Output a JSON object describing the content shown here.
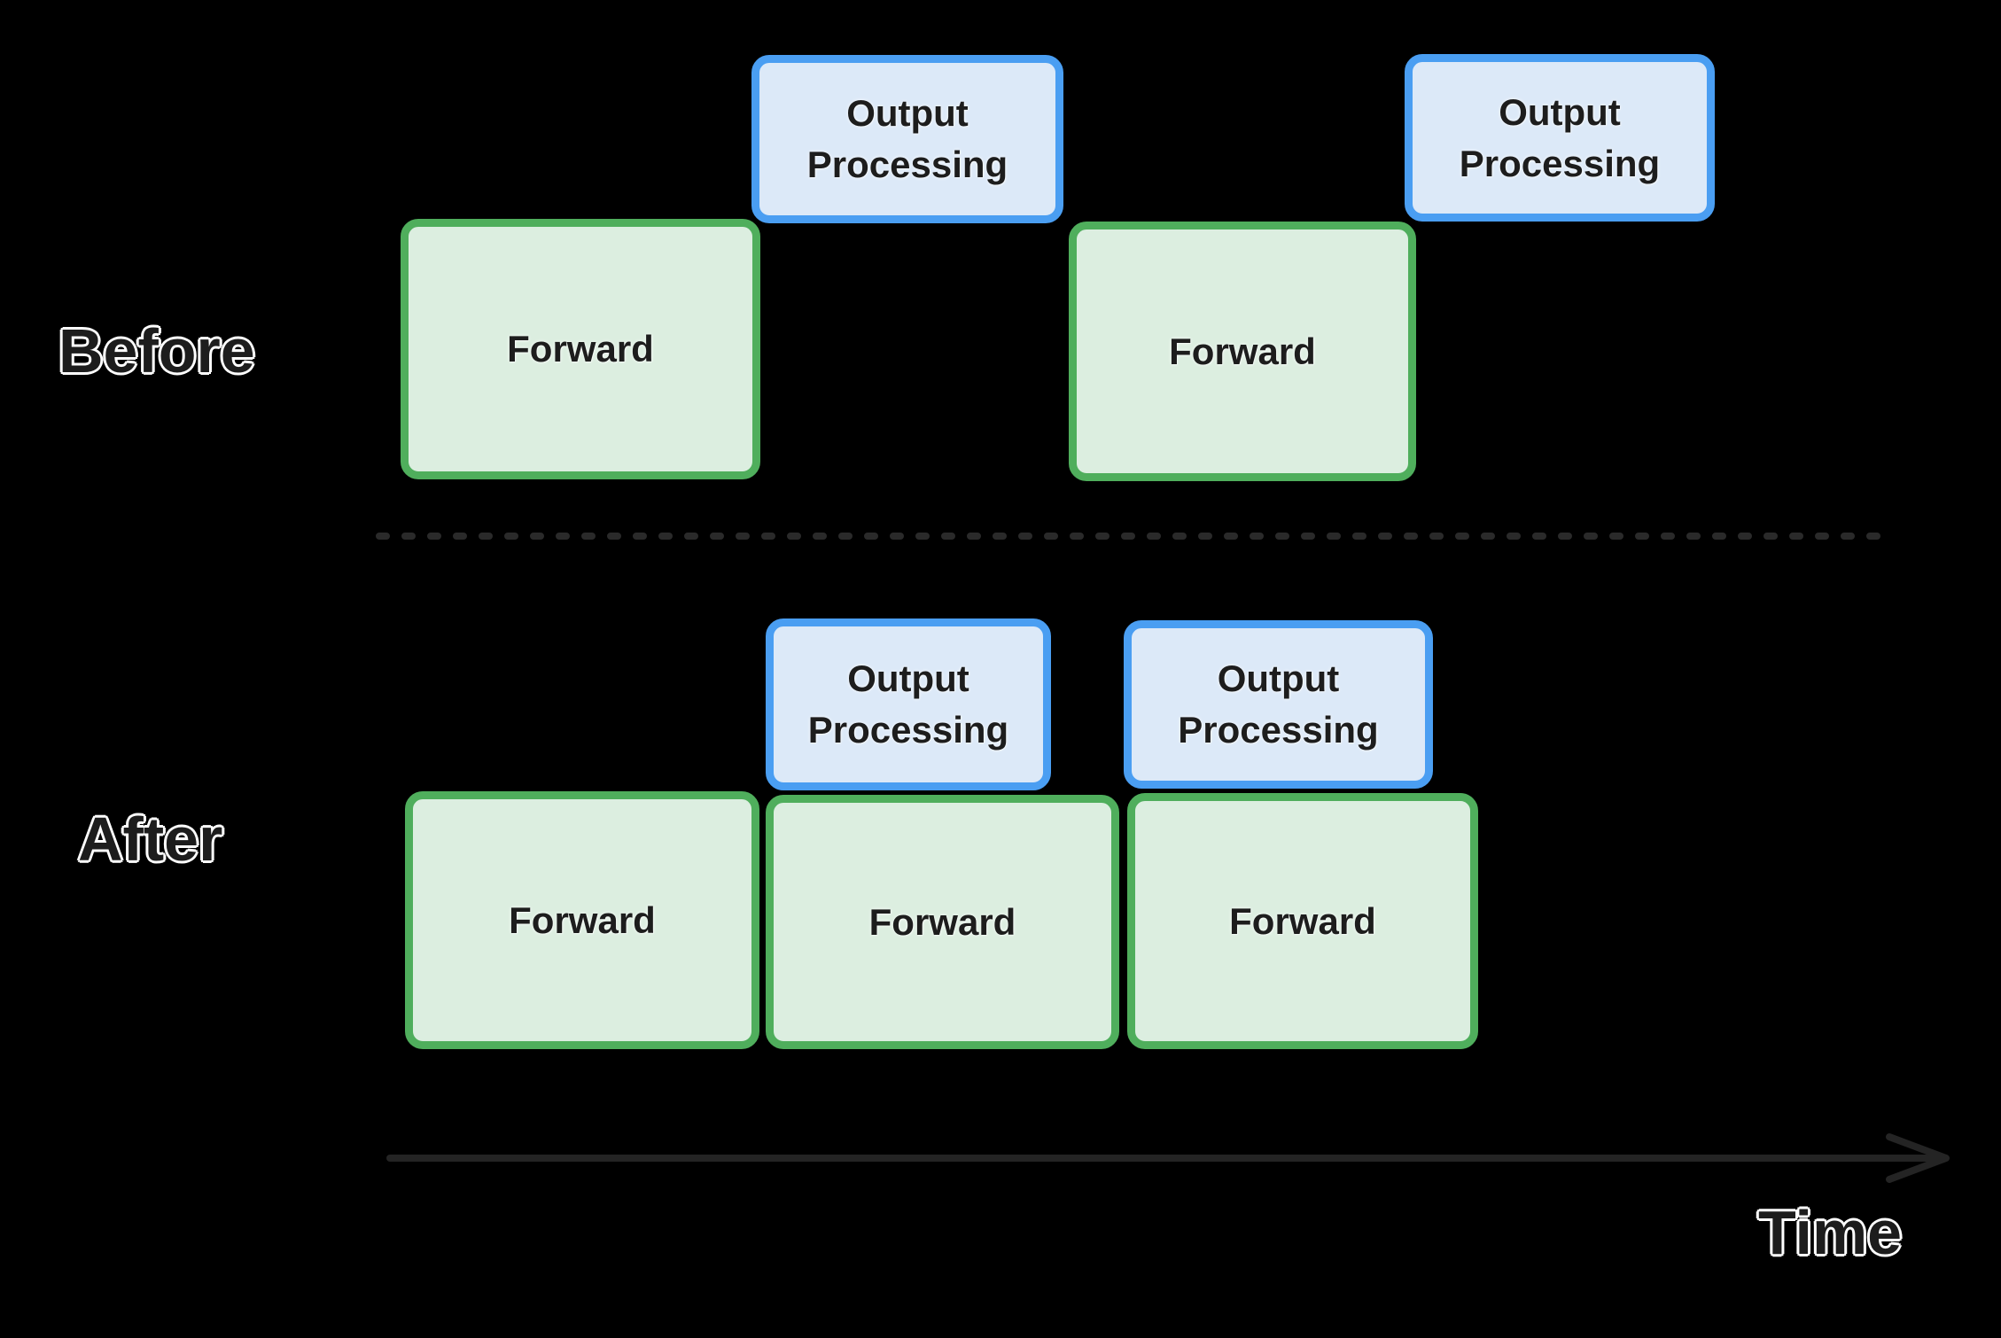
{
  "colors": {
    "background": "#000000",
    "forward_fill": "#dceee0",
    "forward_border": "#4fae5c",
    "output_fill": "#dce9f8",
    "output_border": "#4a9ef2",
    "label_text": "#1d1d1d",
    "label_outline": "#ffffff",
    "divider": "#2a2a2a",
    "axis": "#242424"
  },
  "sections": {
    "before": {
      "label": "Before",
      "boxes": [
        {
          "type": "forward",
          "label": "Forward"
        },
        {
          "type": "output-processing",
          "label": "Output Processing"
        },
        {
          "type": "forward",
          "label": "Forward"
        },
        {
          "type": "output-processing",
          "label": "Output Processing"
        }
      ]
    },
    "after": {
      "label": "After",
      "boxes": [
        {
          "type": "forward",
          "label": "Forward"
        },
        {
          "type": "output-processing",
          "label": "Output Processing"
        },
        {
          "type": "forward",
          "label": "Forward"
        },
        {
          "type": "output-processing",
          "label": "Output Processing"
        },
        {
          "type": "forward",
          "label": "Forward"
        }
      ]
    }
  },
  "axis": {
    "label": "Time"
  }
}
